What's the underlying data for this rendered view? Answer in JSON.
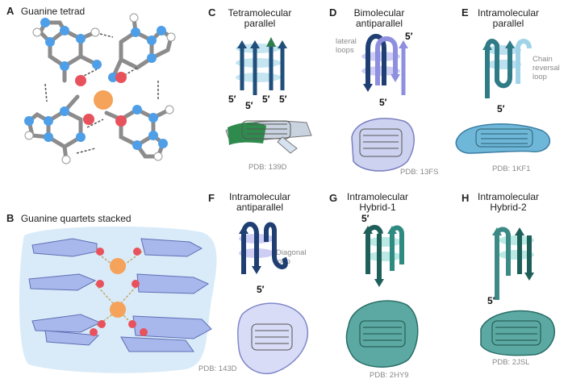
{
  "panels": {
    "A": {
      "letter": "A",
      "title": "Guanine tetrad"
    },
    "B": {
      "letter": "B",
      "title": "Guanine quartets stacked"
    },
    "C": {
      "letter": "C",
      "title_line1": "Tetramolecular",
      "title_line2": "parallel",
      "pdb": "PDB: 139D",
      "ends": [
        "5′",
        "5′",
        "5′",
        "5′"
      ]
    },
    "D": {
      "letter": "D",
      "title_line1": "Bimolecular",
      "title_line2": "antiparallel",
      "pdb": "PDB: 13FS",
      "note_line1": "lateral",
      "note_line2": "loops",
      "ends": [
        "5′",
        "5′"
      ]
    },
    "E": {
      "letter": "E",
      "title_line1": "Intramolecular",
      "title_line2": "parallel",
      "pdb": "PDB: 1KF1",
      "note_line1": "Chain",
      "note_line2": "reversal",
      "note_line3": "loop",
      "ends": [
        "5′"
      ]
    },
    "F": {
      "letter": "F",
      "title_line1": "Intramolecular",
      "title_line2": "antiparallel",
      "pdb": "PDB: 143D",
      "note_line1": "Diagonal",
      "note_line2": "loop",
      "ends": [
        "5′"
      ]
    },
    "G": {
      "letter": "G",
      "title_line1": "Intramolecular",
      "title_line2": "Hybrid-1",
      "pdb": "PDB: 2HY9",
      "ends": [
        "5′"
      ]
    },
    "H": {
      "letter": "H",
      "title_line1": "Intramolecular",
      "title_line2": "Hybrid-2",
      "pdb": "PDB: 2JSL",
      "ends": [
        "5′"
      ]
    }
  },
  "colors": {
    "carbon": "#b3b3b3",
    "nitrogen": "#4f9fe8",
    "oxygen": "#e8525c",
    "hydrogen": "#ffffff",
    "cation": "#f5a25a",
    "navy": "#1f3f73",
    "teal": "#2f7b86",
    "lightblue": "#9fd3e8",
    "lavender": "#8f8fe0",
    "stack_fill": "#a8b8ec",
    "bg_stack": "#d9ebf8"
  }
}
